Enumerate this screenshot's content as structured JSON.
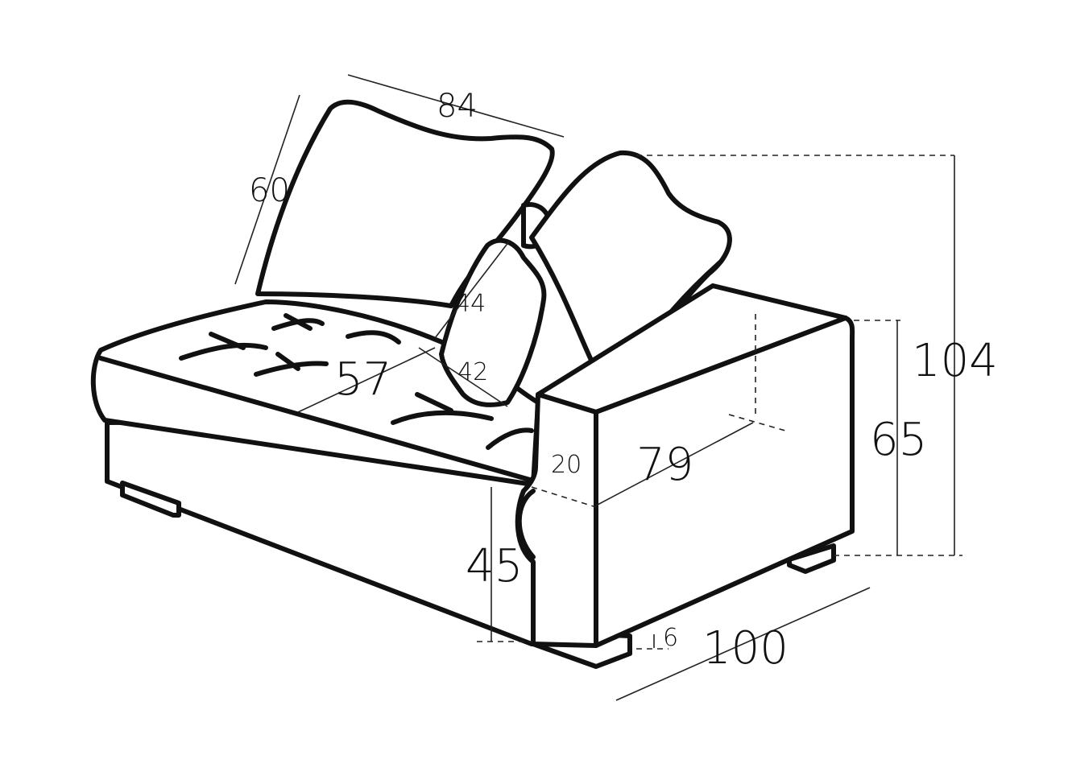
{
  "dimensions": {
    "backrest_width": "84",
    "backrest_height": "60",
    "armrest_pillow_height": "44",
    "armrest_pillow_width": "42",
    "seat_depth": "57",
    "armrest_thickness": "20",
    "total_depth": "79",
    "total_height": "104",
    "armrest_height": "65",
    "seat_height": "45",
    "leg_height": "6",
    "total_width": "100"
  },
  "colors": {
    "ink": "#111111",
    "paper": "#ffffff"
  }
}
